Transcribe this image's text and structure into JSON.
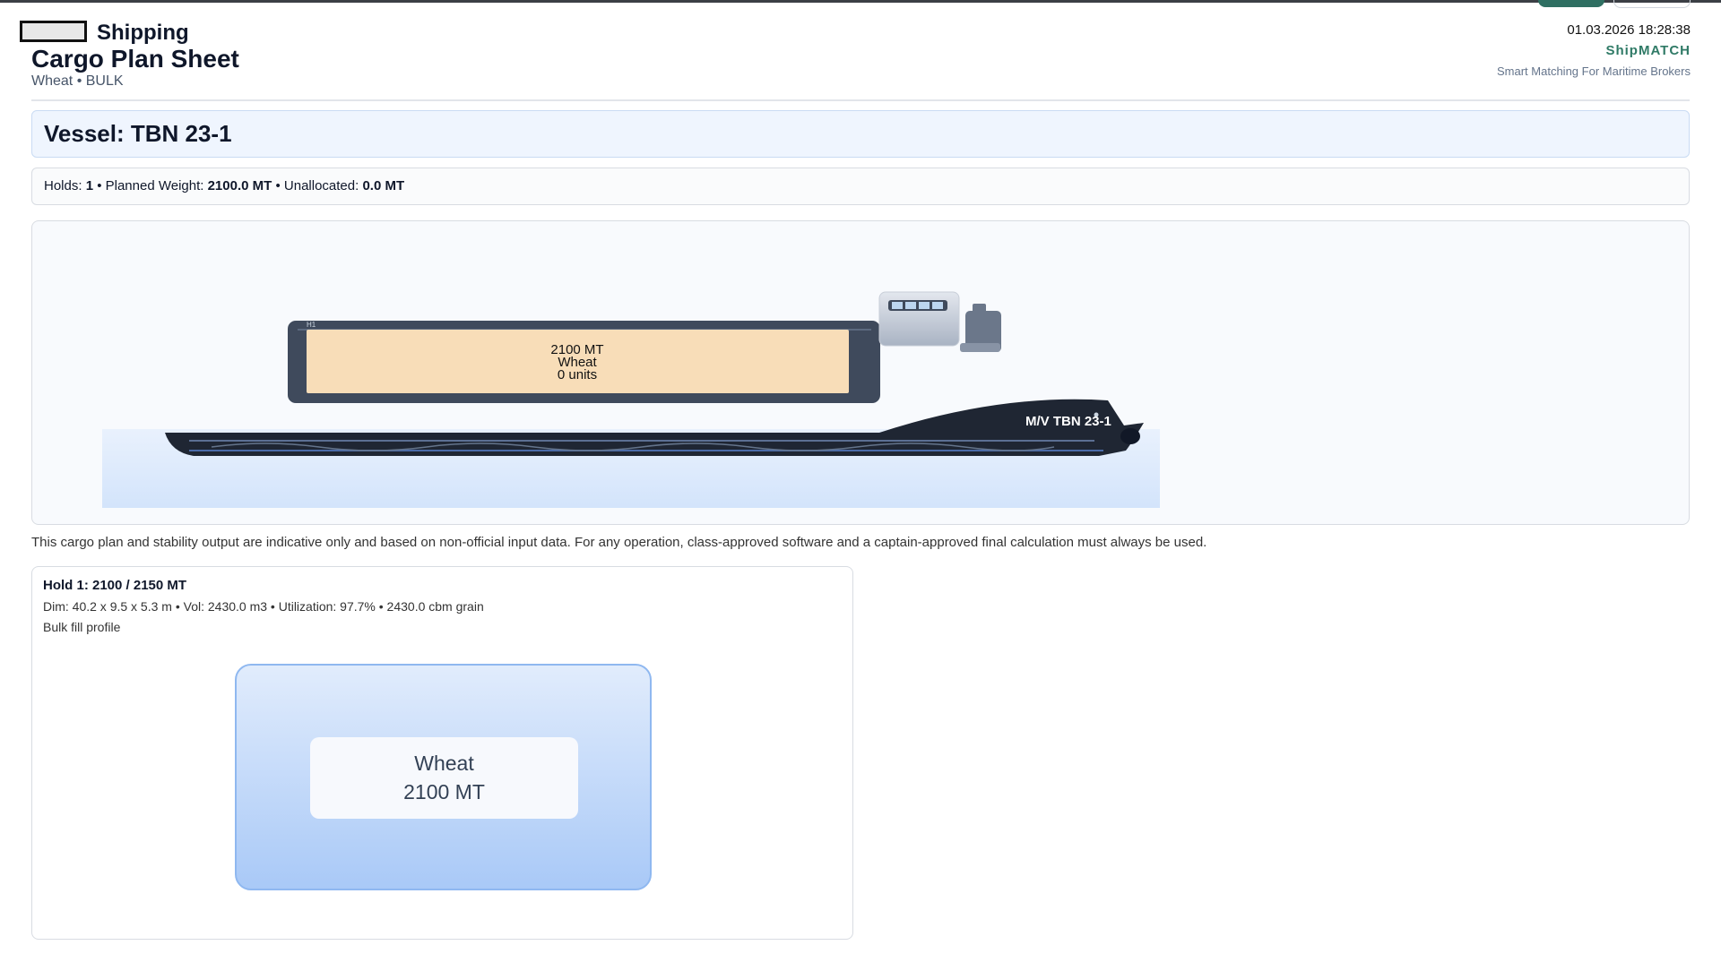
{
  "header": {
    "company": "Shipping",
    "title": "Cargo Plan Sheet",
    "subtitle": "Wheat • BULK",
    "datetime": "01.03.2026 18:28:38",
    "brand": "ShipMATCH",
    "tagline": "Smart Matching For Maritime Brokers"
  },
  "vessel": {
    "heading": "Vessel: TBN 23-1"
  },
  "summary": {
    "holds_label": "Holds: ",
    "holds": "1",
    "sep1": " • Planned Weight: ",
    "planned": "2100.0 MT",
    "sep2": " • Unallocated: ",
    "unallocated": "0.0 MT"
  },
  "ship": {
    "name": "M/V TBN 23-1",
    "hold_tag": "H1",
    "hold_weight": "2100 MT",
    "hold_cargo": "Wheat",
    "hold_units": "0 units",
    "colors": {
      "hull": "#1f2937",
      "cargo": "#f8ddb8",
      "water": "#d6e6fb"
    }
  },
  "disclaimer": "This cargo plan and stability output are indicative only and based on non-official input data. For any operation, class-approved software and a captain-approved final calculation must always be used.",
  "hold": {
    "title": "Hold 1: 2100 / 2150 MT",
    "dims": "Dim: 40.2 x 9.5 x 5.3 m • Vol: 2430.0 m3 • Utilization: 97.7% • 2430.0 cbm grain",
    "profile": "Bulk fill profile",
    "cargo": "Wheat",
    "weight": "2100 MT"
  }
}
